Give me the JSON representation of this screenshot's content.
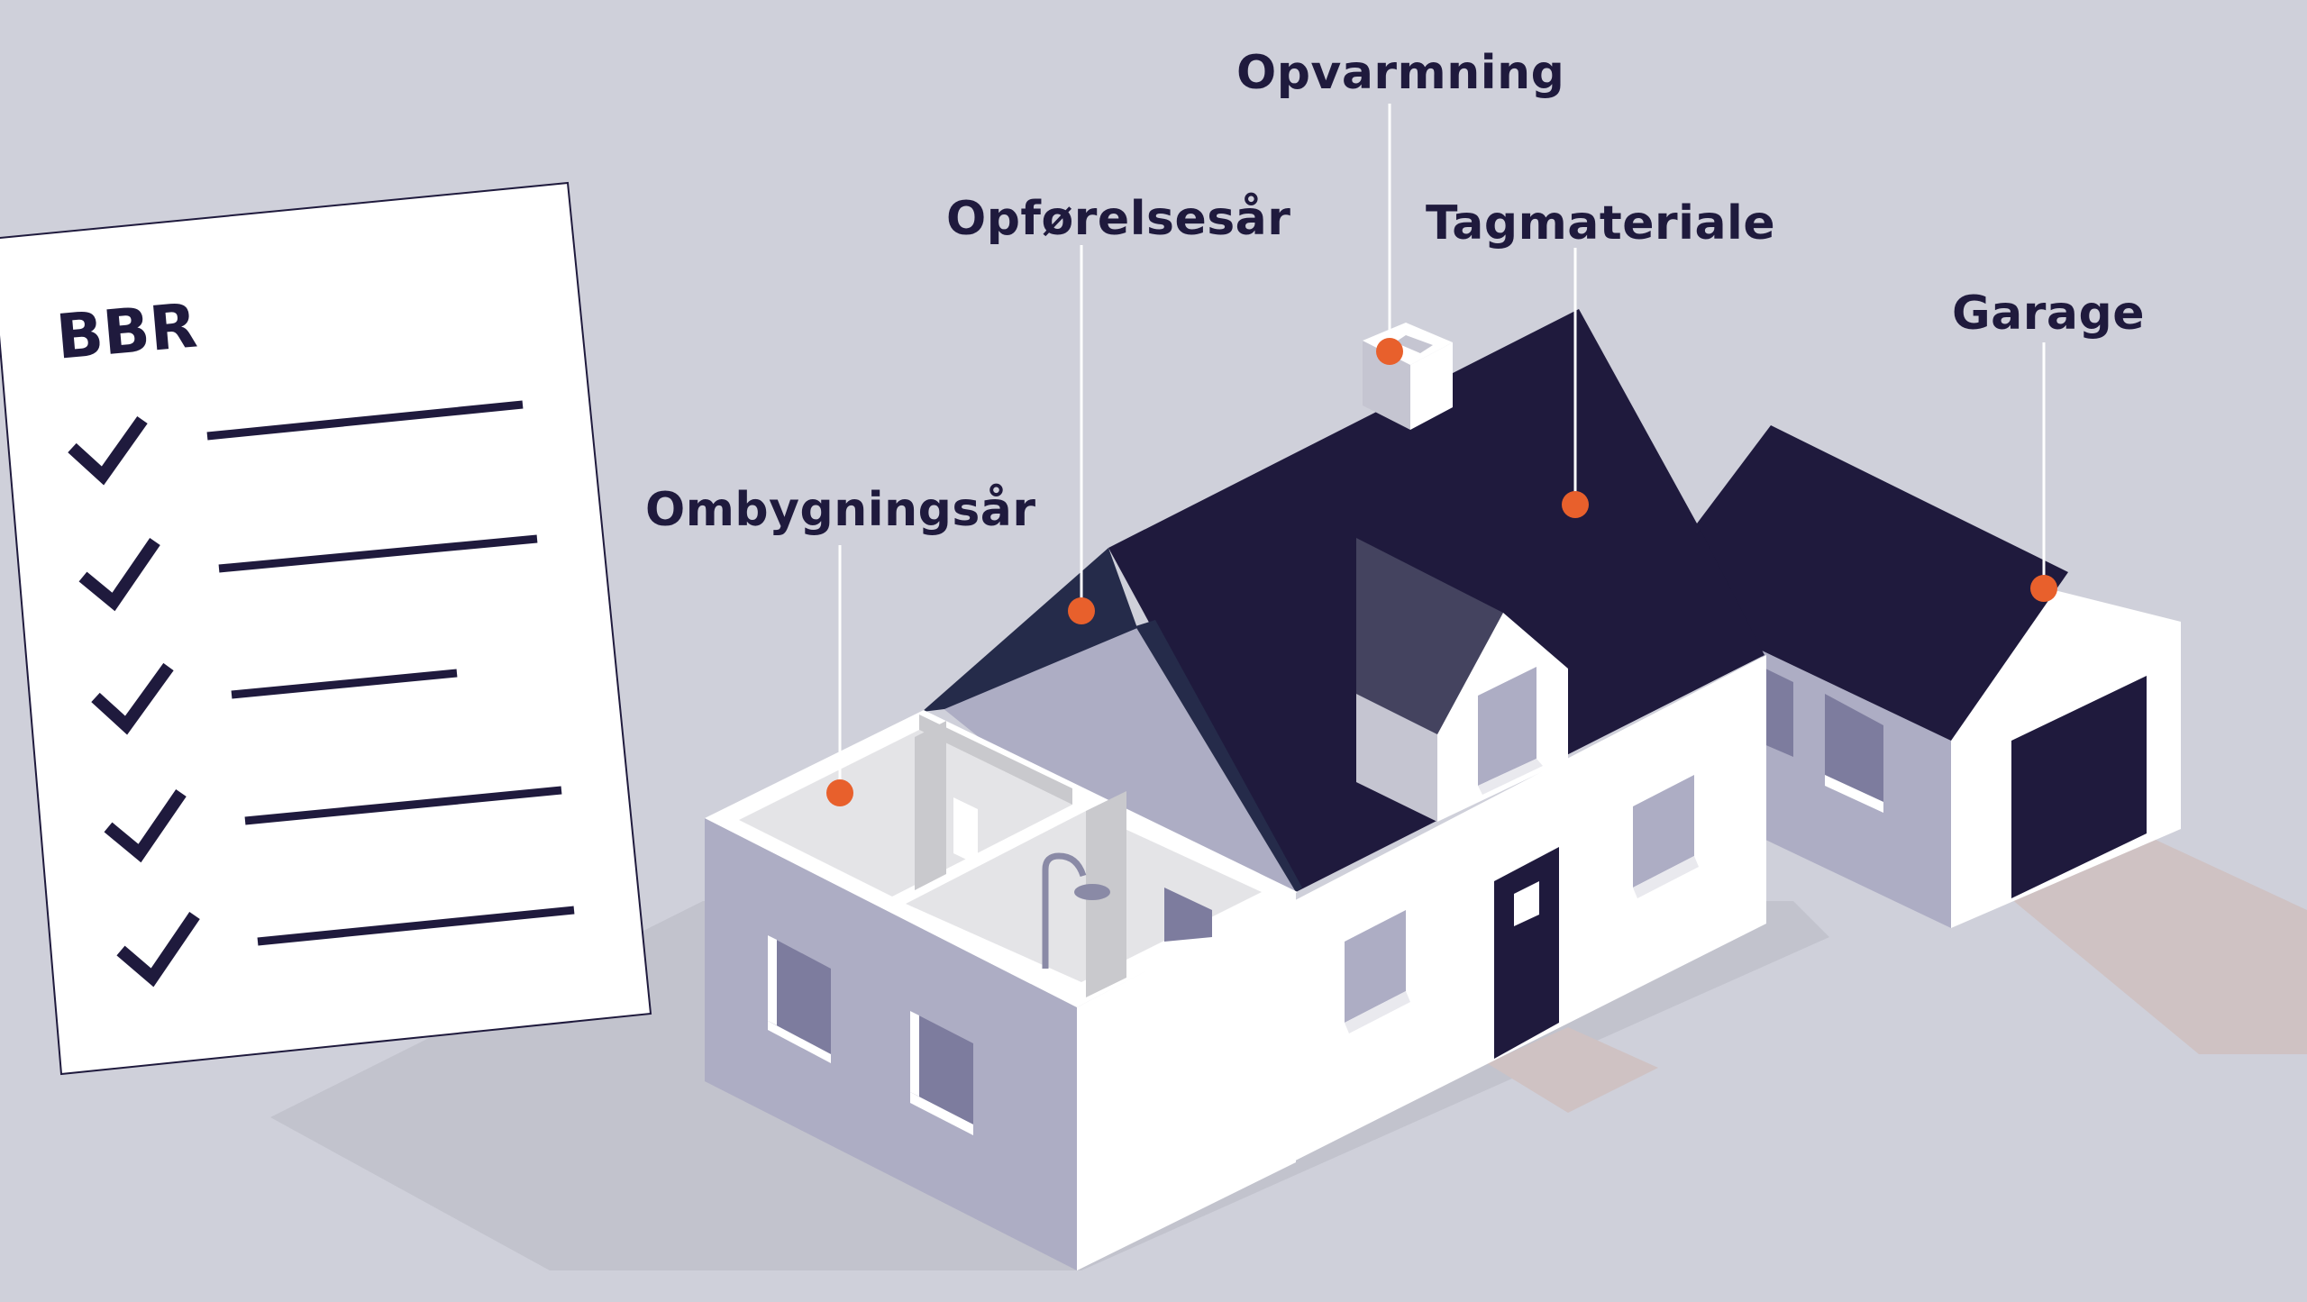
{
  "document": {
    "title": "BBR",
    "checklist_count": 5,
    "check_icon": "check-icon"
  },
  "callouts": {
    "opvarmning": "Opvarmning",
    "opforelsesaar": "Opførelsesår",
    "tagmateriale": "Tagmateriale",
    "garage": "Garage",
    "ombygningsaar": "Ombygningsår"
  },
  "colors": {
    "background": "#cfd0da",
    "roof": "#1f1a3d",
    "marker": "#e8602c",
    "wall_white": "#ffffff",
    "wall_shade": "#adadc4",
    "window": "#7d7c9e",
    "text": "#1f1a3d"
  }
}
